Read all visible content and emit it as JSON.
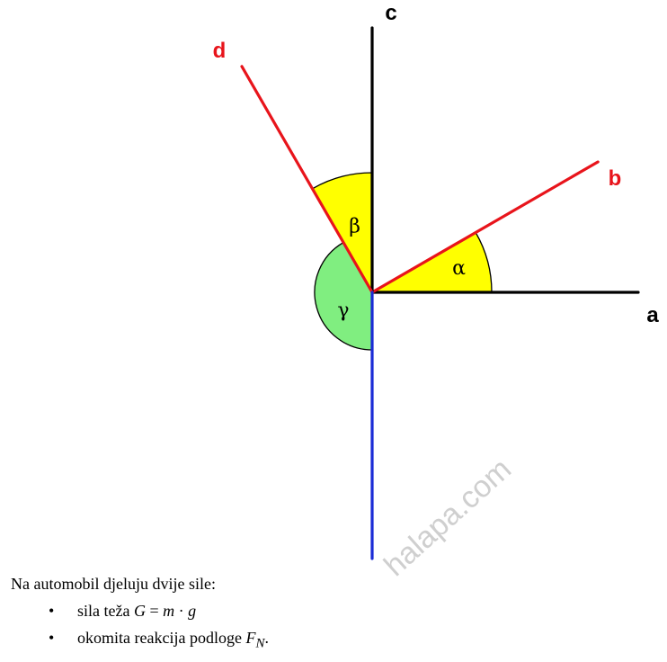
{
  "diagram": {
    "rays": [
      {
        "id": "a",
        "label": "a",
        "angle_deg": 0,
        "color": "#000000"
      },
      {
        "id": "b",
        "label": "b",
        "angle_deg": 30,
        "color": "#e8141b"
      },
      {
        "id": "c",
        "label": "c",
        "angle_deg": 90,
        "color": "#000000"
      },
      {
        "id": "d",
        "label": "d",
        "angle_deg": 120,
        "color": "#e8141b"
      },
      {
        "id": "down",
        "label": "",
        "angle_deg": 270,
        "color": "#1a2bd6"
      }
    ],
    "angles": [
      {
        "id": "alpha",
        "symbol": "α",
        "from_deg": 0,
        "to_deg": 30,
        "fill": "#ffff00"
      },
      {
        "id": "beta",
        "symbol": "β",
        "from_deg": 90,
        "to_deg": 120,
        "fill": "#ffff00"
      },
      {
        "id": "gamma",
        "symbol": "γ",
        "from_deg": 120,
        "to_deg": 270,
        "fill": "#80ee80"
      }
    ]
  },
  "text": {
    "intro": "Na automobil djeluju dvije sile:",
    "bullet_symbol": "•",
    "item1_text": "sila teža ",
    "item1_G": "G",
    "item1_eq": " = ",
    "item1_m": "m",
    "item1_dot": " · ",
    "item1_g": "g",
    "item2_text": "okomita reakcija podloge ",
    "item2_F": "F",
    "item2_sub": "N",
    "item2_end": "."
  },
  "watermark": "halapa.com"
}
